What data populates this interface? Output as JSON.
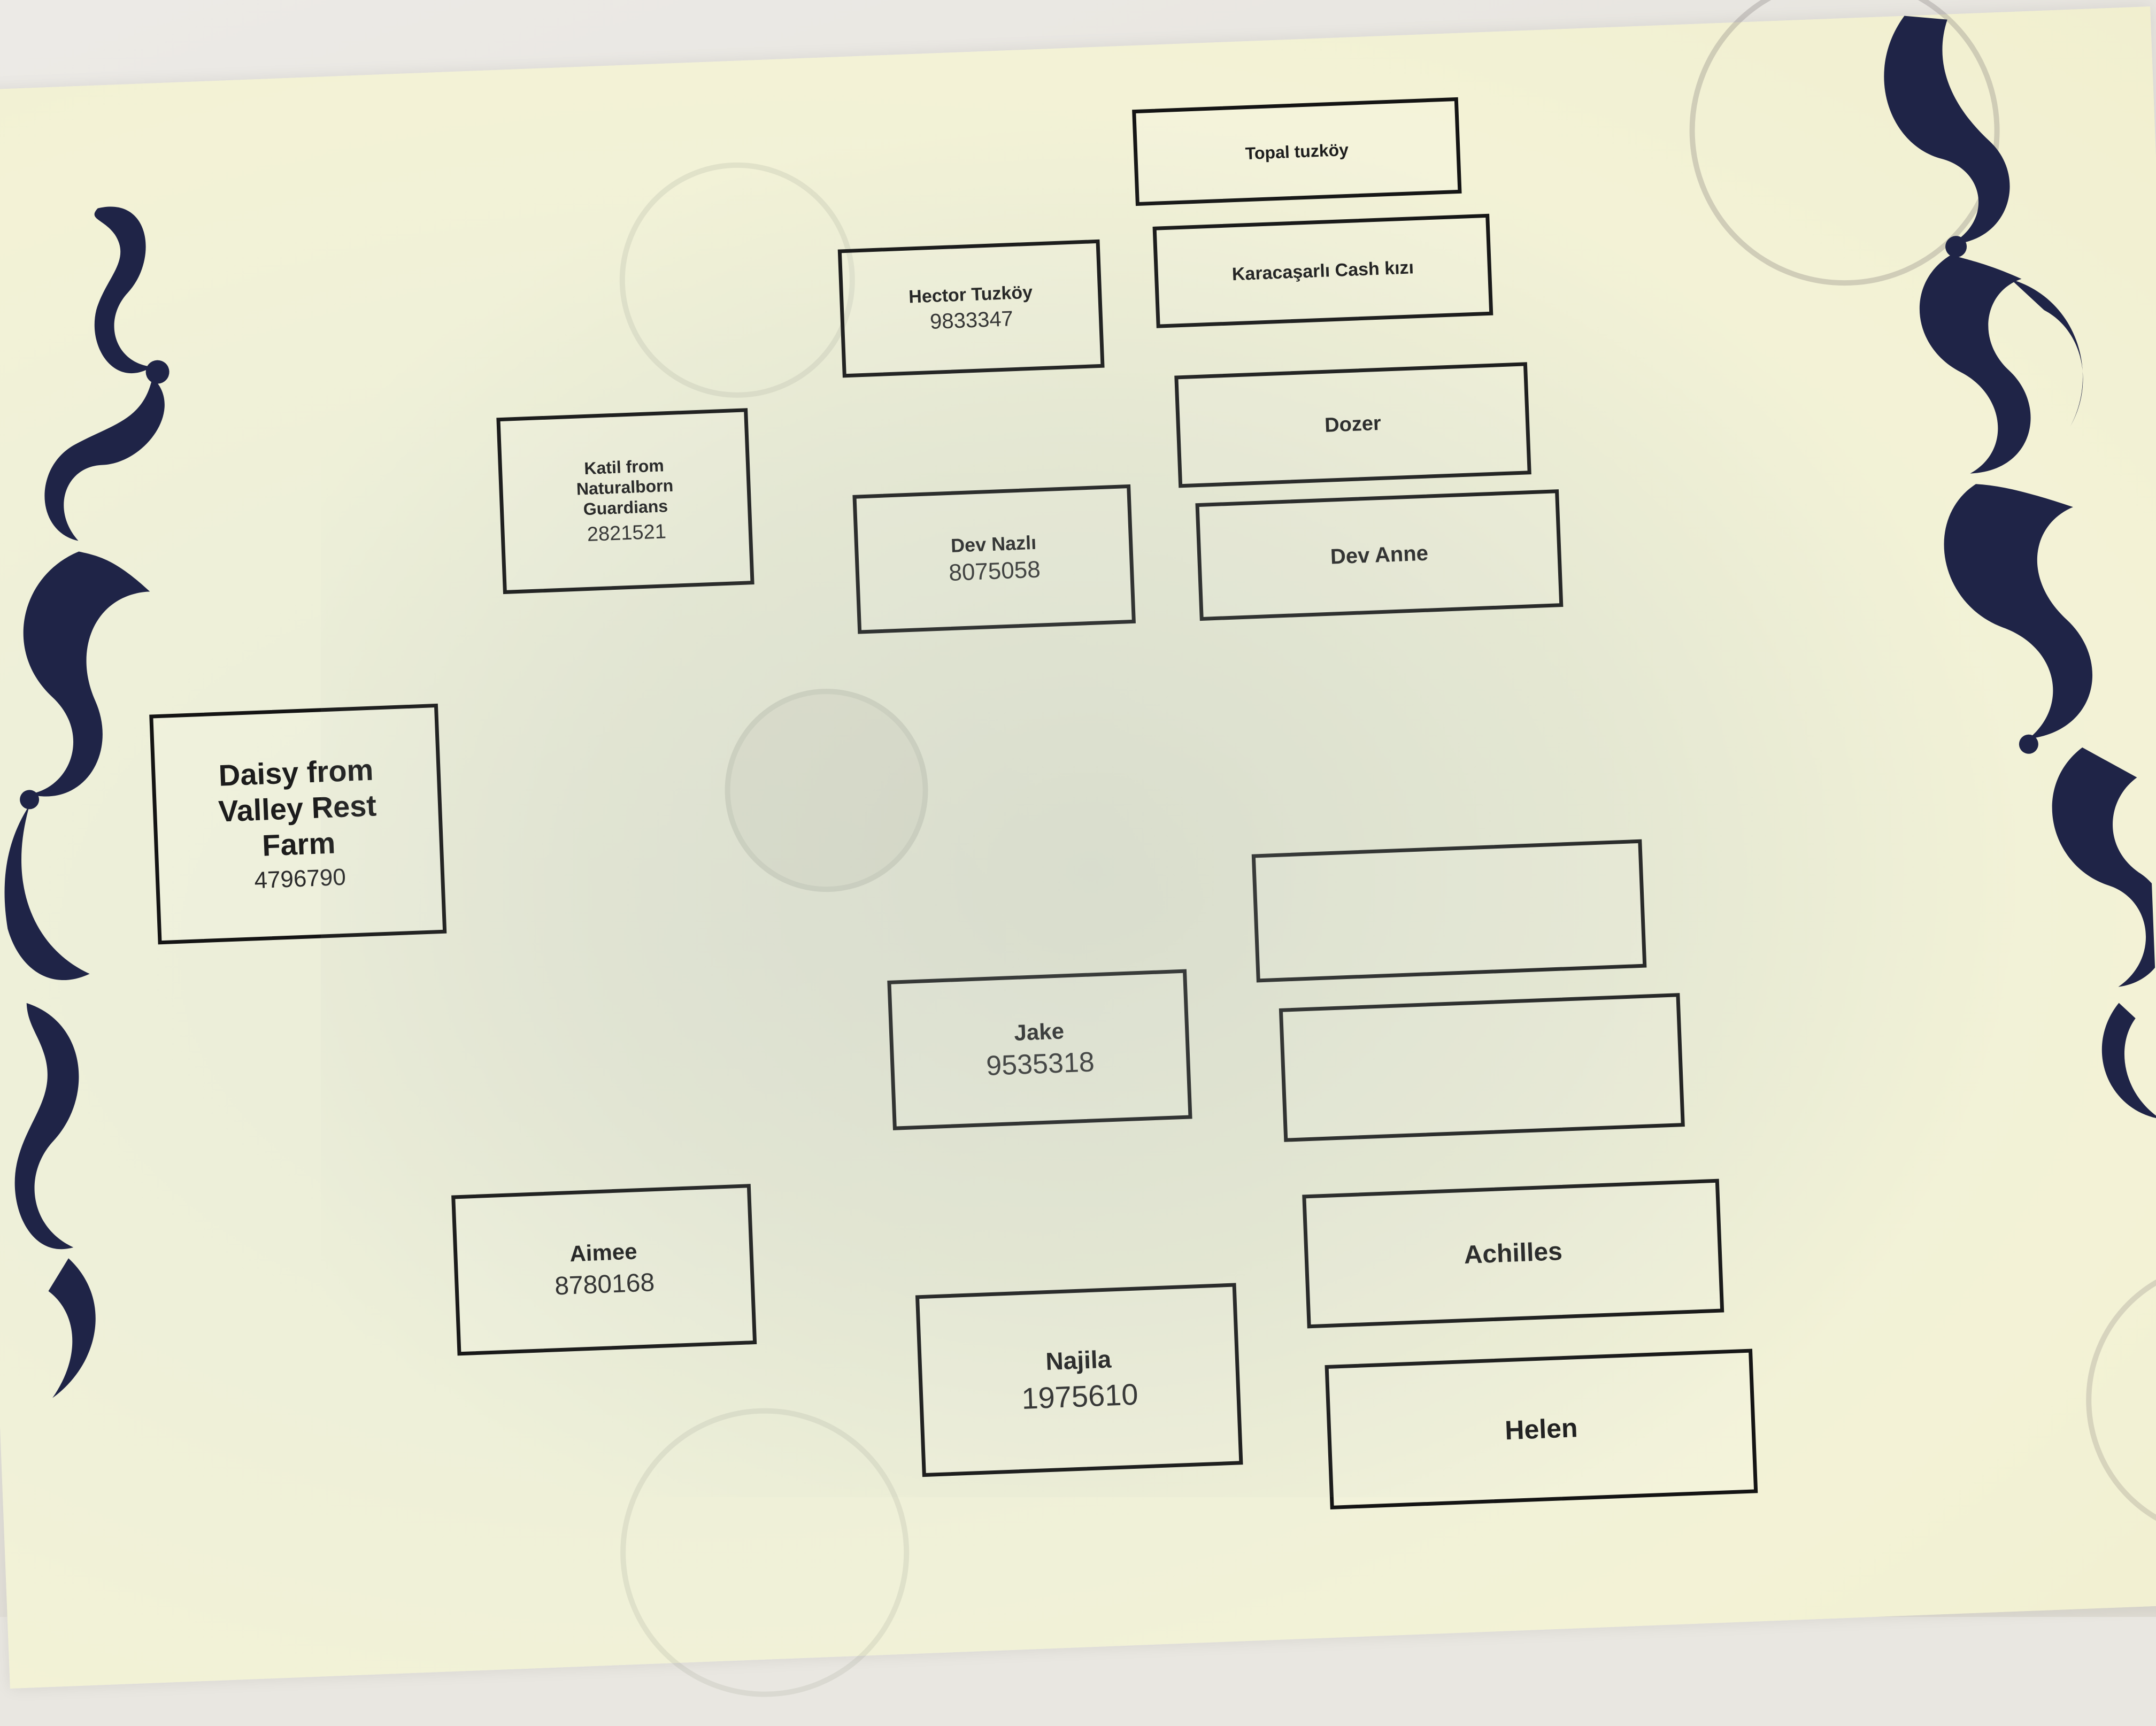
{
  "pedigree": {
    "subject": {
      "name": "Daisy from Valley Rest Farm",
      "reg": "4796790"
    },
    "sire": {
      "name": "Katil from Naturalborn Guardians",
      "reg": "2821521"
    },
    "dam": {
      "name": "Aimee",
      "reg": "8780168"
    },
    "sire_sire": {
      "name": "Hector Tuzköy",
      "reg": "9833347"
    },
    "sire_dam": {
      "name": "Dev Nazlı",
      "reg": "8075058"
    },
    "dam_sire": {
      "name": "Jake",
      "reg": "9535318"
    },
    "dam_dam": {
      "name": "Najila",
      "reg": "1975610"
    },
    "ggp": {
      "sss": {
        "name": "Topal tuzköy"
      },
      "ssd": {
        "name": "Karacaşarlı Cash kızı"
      },
      "sds": {
        "name": "Dozer"
      },
      "sdd": {
        "name": "Dev Anne"
      },
      "dss": {
        "name": ""
      },
      "dsd": {
        "name": ""
      },
      "dds": {
        "name": "Achilles"
      },
      "ddd": {
        "name": "Helen"
      }
    }
  },
  "colors": {
    "ornament": "#1f2447",
    "border": "#141414",
    "paper": "#f1f0d6"
  }
}
